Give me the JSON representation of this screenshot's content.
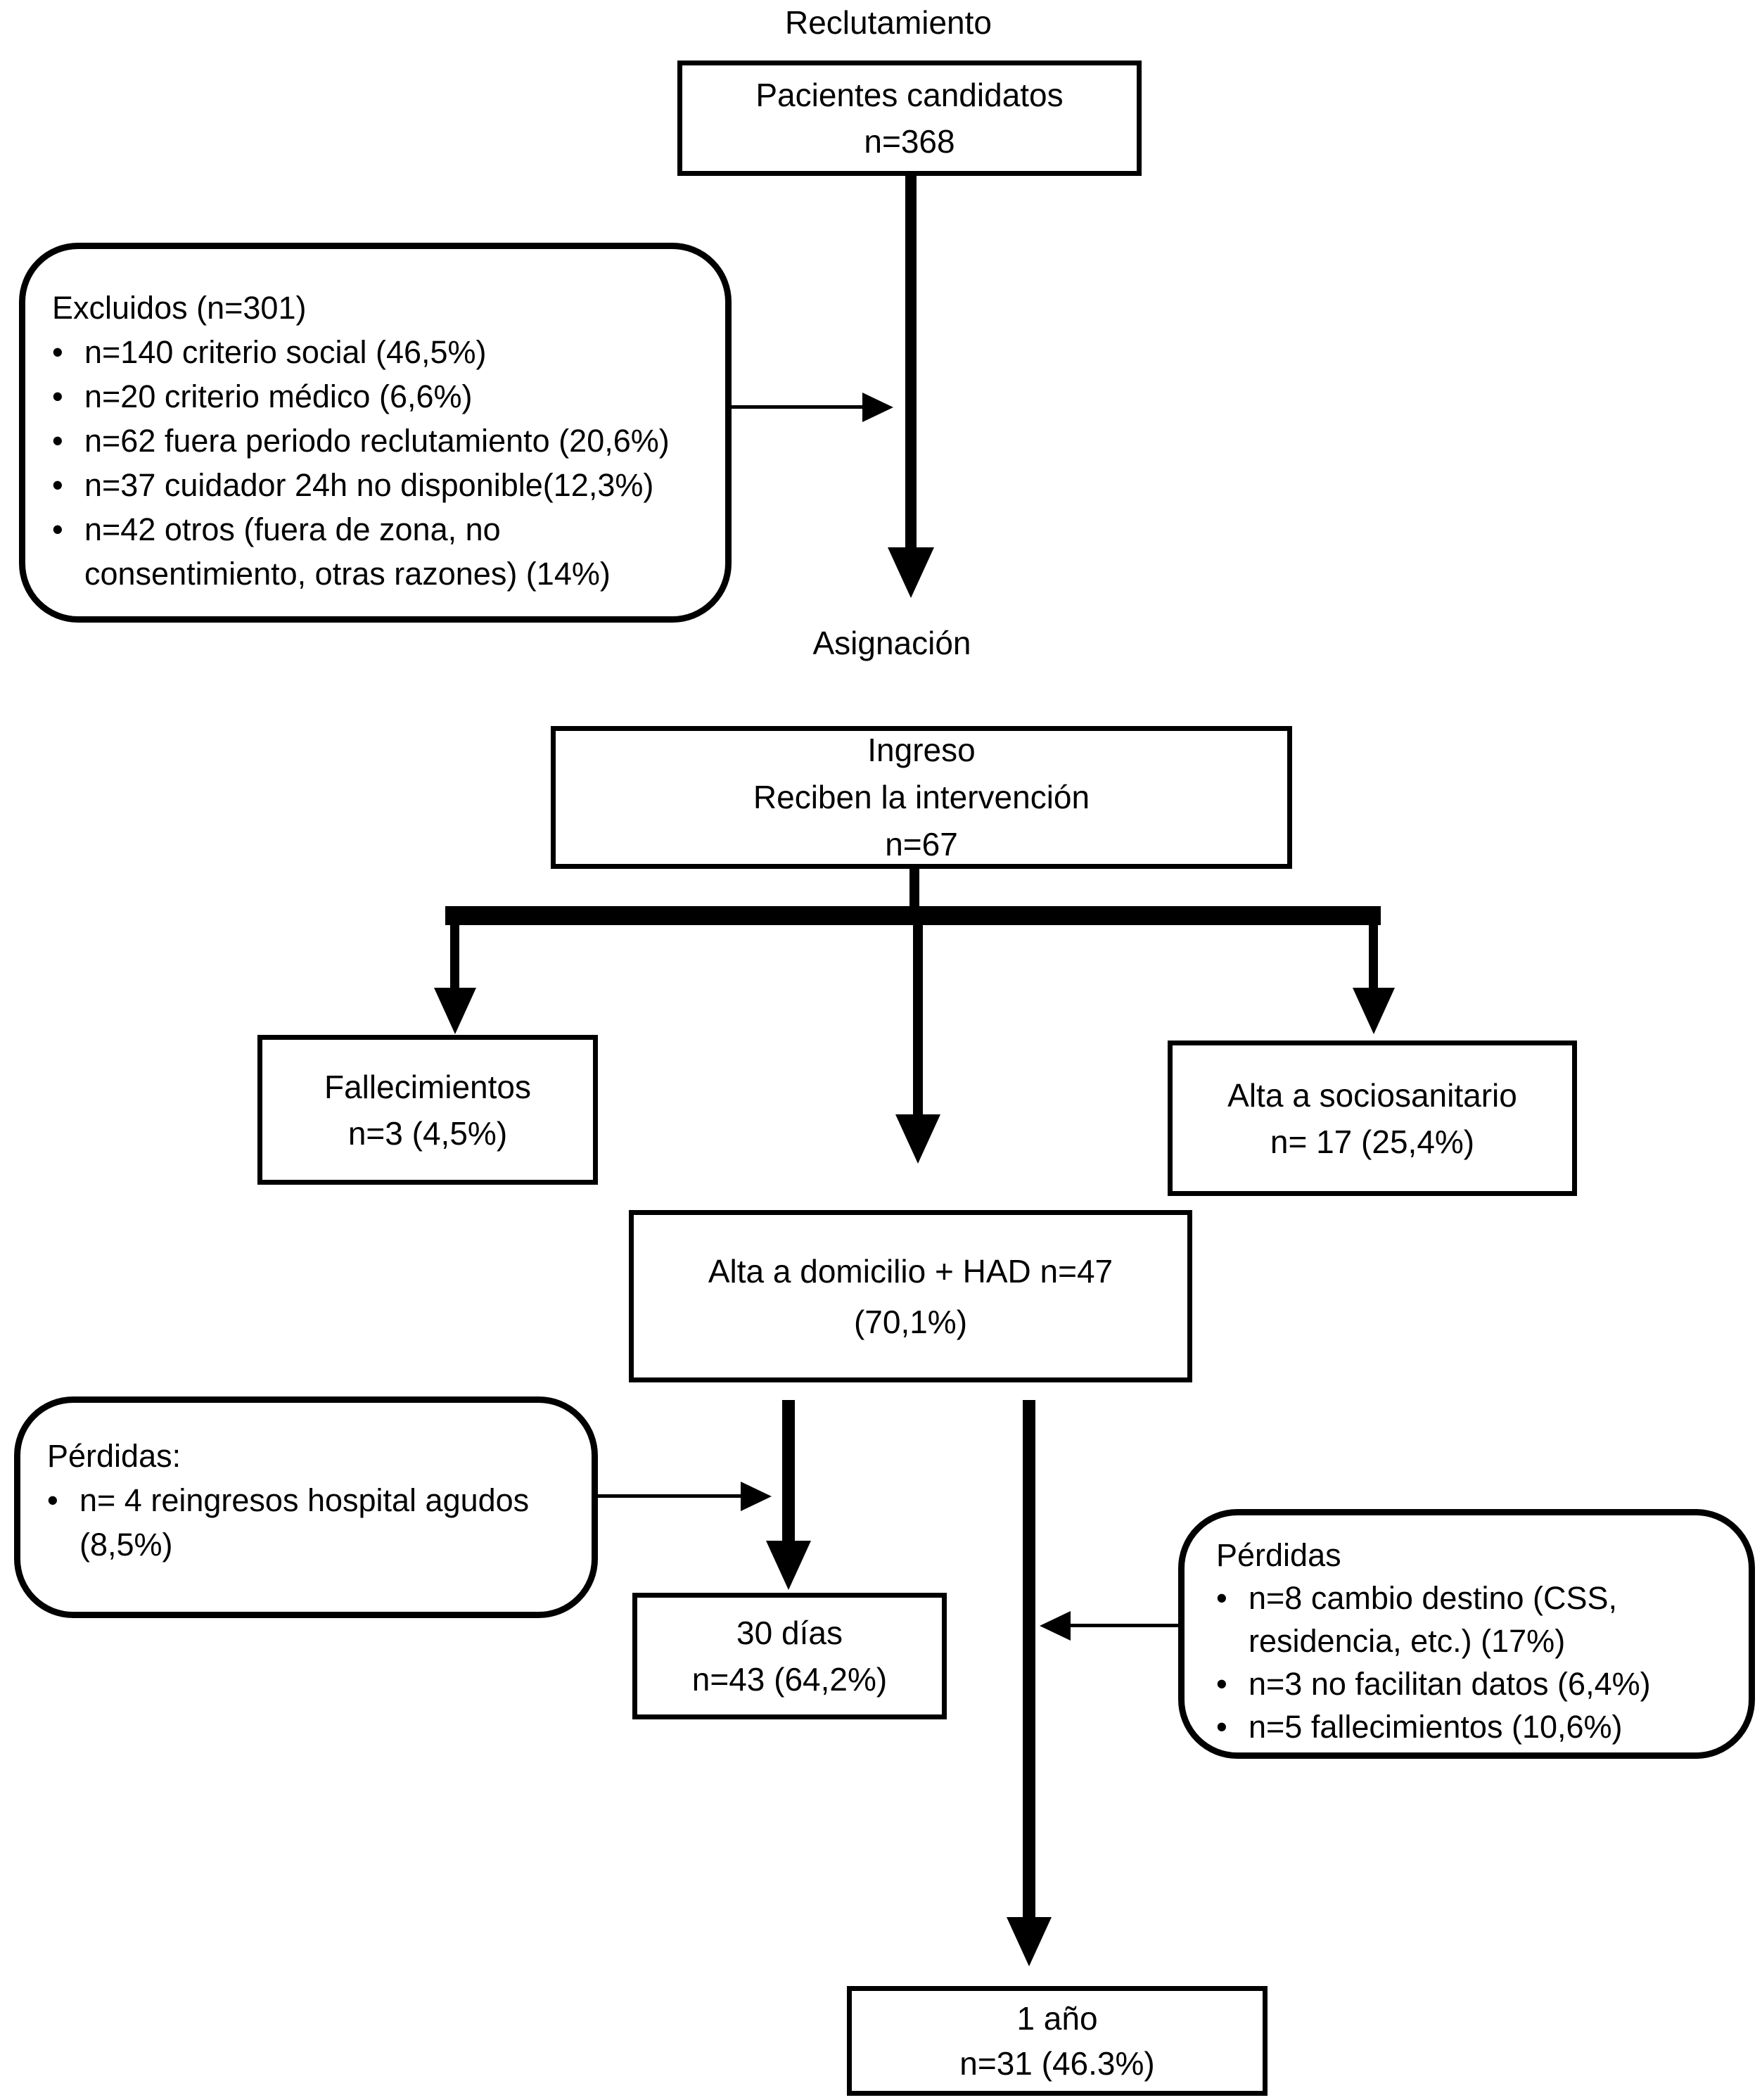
{
  "figure": {
    "background": "#ffffff",
    "ink": "#000000"
  },
  "glyphs": {
    "bullet": "•"
  },
  "stages": {
    "recruitment_label": "Reclutamiento",
    "assignment_label": "Asignación"
  },
  "boxes": {
    "candidates": {
      "line1": "Pacientes candidatos",
      "line2": "n=368"
    },
    "excluded": {
      "title": "Excluidos (n=301)",
      "items": [
        "n=140 criterio social (46,5%)",
        "n=20 criterio médico (6,6%)",
        "n=62 fuera periodo reclutamiento (20,6%)",
        "n=37 cuidador 24h no disponible(12,3%)",
        "n=42 otros (fuera de zona, no consentimiento, otras razones) (14%)"
      ]
    },
    "admission": {
      "line1": "Ingreso",
      "line2": "Reciben la intervención",
      "line3": "n=67"
    },
    "deaths": {
      "line1": "Fallecimientos",
      "line2": "n=3 (4,5%)"
    },
    "nursing_discharge": {
      "line1": "Alta a sociosanitario",
      "line2": "n= 17 (25,4%)"
    },
    "home_discharge": {
      "line1": "Alta a domicilio + HAD n=47",
      "line2": "(70,1%)"
    },
    "losses_30days": {
      "title": "Pérdidas:",
      "items": [
        "n= 4 reingresos hospital agudos (8,5%)"
      ]
    },
    "day30": {
      "line1": "30 días",
      "line2": "n=43 (64,2%)"
    },
    "losses_1year": {
      "title": "Pérdidas",
      "items": [
        "n=8 cambio destino (CSS, residencia, etc.) (17%)",
        "n=3 no facilitan datos (6,4%)",
        "n=5 fallecimientos (10,6%)"
      ]
    },
    "year1": {
      "line1": "1 año",
      "line2": "n=31 (46.3%)"
    }
  }
}
